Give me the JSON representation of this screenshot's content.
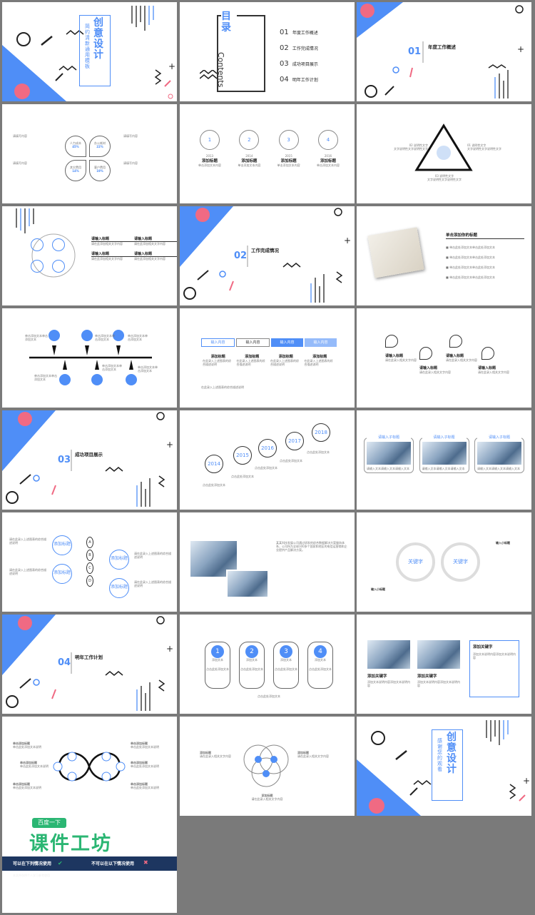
{
  "colors": {
    "accent": "#4f8ef7",
    "pink": "#f06a83",
    "dark": "#222222",
    "navy": "#1d3660",
    "green": "#2bb673"
  },
  "cover": {
    "title": "创意设计",
    "subtitle": "简约清新通用模板"
  },
  "toc": {
    "heading": "目录",
    "heading_en": "Contents",
    "items": [
      {
        "num": "01",
        "label": "年度工作概述"
      },
      {
        "num": "02",
        "label": "工作完成情况"
      },
      {
        "num": "03",
        "label": "成功项目展示"
      },
      {
        "num": "04",
        "label": "明年工作计划"
      }
    ]
  },
  "sec1": {
    "num": "01",
    "title": "年度工作概述"
  },
  "sec2": {
    "num": "02",
    "title": "工作完成情况"
  },
  "sec3": {
    "num": "03",
    "title": "成功项目展示"
  },
  "sec4": {
    "num": "04",
    "title": "明年工作计划"
  },
  "clover": {
    "items": [
      {
        "label": "人力成本",
        "value": "45%"
      },
      {
        "label": "办公耗材",
        "value": "22%"
      },
      {
        "label": "其它费用",
        "value": "14%"
      },
      {
        "label": "客户费用",
        "value": "19%"
      }
    ],
    "side_label": "请填写内容"
  },
  "trophies": {
    "years": [
      "2013",
      "2014",
      "2015",
      "2016"
    ],
    "nums": [
      "1",
      "2",
      "3",
      "4"
    ],
    "heading": "添加标题",
    "body": "单击添加文本内容"
  },
  "triangle": {
    "labels": [
      "01 说明性文字",
      "02 说明性文字",
      "03 说明性文字"
    ],
    "body": "文字说明性文字说明性文字"
  },
  "icons_slide": {
    "items": [
      "请输入标题",
      "请输入标题",
      "请输入标题",
      "请输入标题"
    ],
    "body": "请在此添加相关文字内容"
  },
  "photo_list": {
    "title": "单击添加你的标题",
    "rows": [
      "单击此处添加文本单击此处添加文本",
      "单击此处添加文本单击此处添加文本",
      "单击此处添加文本单击此处添加文本",
      "单击此处添加文本单击此处添加文本"
    ]
  },
  "timeline": {
    "labels": [
      "单击添加文本单击添加文本",
      "单击添加文本单击添加文本",
      "单击添加文本单击添加文本",
      "单击添加文本单击添加文本",
      "单击添加文本单击添加文本",
      "单击添加文本单击添加文本"
    ]
  },
  "arrows": {
    "tabs": [
      "输入内容",
      "输入内容",
      "输入内容",
      "输入内容"
    ],
    "heading": "添加标题",
    "footer": "在此录入上述图表的综合描述说明"
  },
  "drops": {
    "items": [
      "请输入标题",
      "请输入标题",
      "请输入标题",
      "请输入标题"
    ],
    "body": "请在此录入相关文字内容"
  },
  "balloons": {
    "years": [
      "2014",
      "2015",
      "2016",
      "2017",
      "2018"
    ],
    "body": "点击此处添加文本"
  },
  "three_cars": {
    "tabs": [
      "请输入子标题",
      "请输入子标题",
      "请输入子标题"
    ],
    "body": "请输入文本请输入文本请输入文本"
  },
  "abcd": {
    "left": [
      "添加标题",
      "添加标题"
    ],
    "right": [
      "添加标题",
      "添加标题"
    ],
    "letters": [
      "A",
      "B",
      "C",
      "D"
    ],
    "body": "请在此录入上述图表的综合描述说明"
  },
  "cars_text": {
    "body": "某某科技发展公司通过研发的综合数据解决方案服务体系，公司所为全球100多个国家和地区的电信运营商和企业提供产品解决方案。"
  },
  "keywords": {
    "k1": "关键字",
    "k2": "关键字",
    "label1": "输入小标题",
    "label2": "输入小标题"
  },
  "steps": {
    "nums": [
      "1",
      "2",
      "3",
      "4"
    ],
    "label": "添加文本",
    "body": "点击此处添加文本"
  },
  "keyword_cars": {
    "title": "添加关键字",
    "k1": "添加关键字",
    "k2": "添加关键字",
    "body": "添加文本说明内容添加文本说明内容"
  },
  "infinity": {
    "label": "单击添加标题",
    "body": "单击此处添加文本说明"
  },
  "venn": {
    "label": "添加标题",
    "body": "请在此录入相关文字内容"
  },
  "thanks": {
    "title": "创意设计",
    "subtitle": "感谢您的观看"
  },
  "ad": {
    "badge": "百度一下",
    "brand": "课件工坊",
    "left_title": "可以在下列情况使用",
    "right_title": "不可以在以下情况使用",
    "body": "本文件仅供个人学习参考使用"
  }
}
